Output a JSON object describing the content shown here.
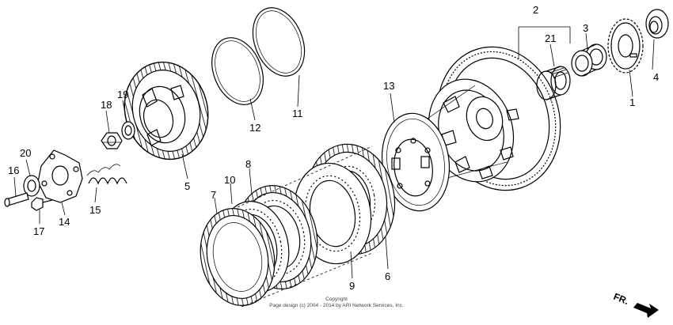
{
  "callouts": [
    {
      "label": "1"
    },
    {
      "label": "2"
    },
    {
      "label": "3"
    },
    {
      "label": "4"
    },
    {
      "label": "5"
    },
    {
      "label": "6"
    },
    {
      "label": "7"
    },
    {
      "label": "8"
    },
    {
      "label": "9"
    },
    {
      "label": "10"
    },
    {
      "label": "11"
    },
    {
      "label": "12"
    },
    {
      "label": "13"
    },
    {
      "label": "14"
    },
    {
      "label": "15"
    },
    {
      "label": "16"
    },
    {
      "label": "17"
    },
    {
      "label": "18"
    },
    {
      "label": "19"
    },
    {
      "label": "20"
    },
    {
      "label": "21"
    }
  ],
  "copyright": {
    "line1": "Copyright",
    "line2": "Page design (c) 2004 - 2014 by ARI Network Services, Inc."
  },
  "direction_label": "FR."
}
